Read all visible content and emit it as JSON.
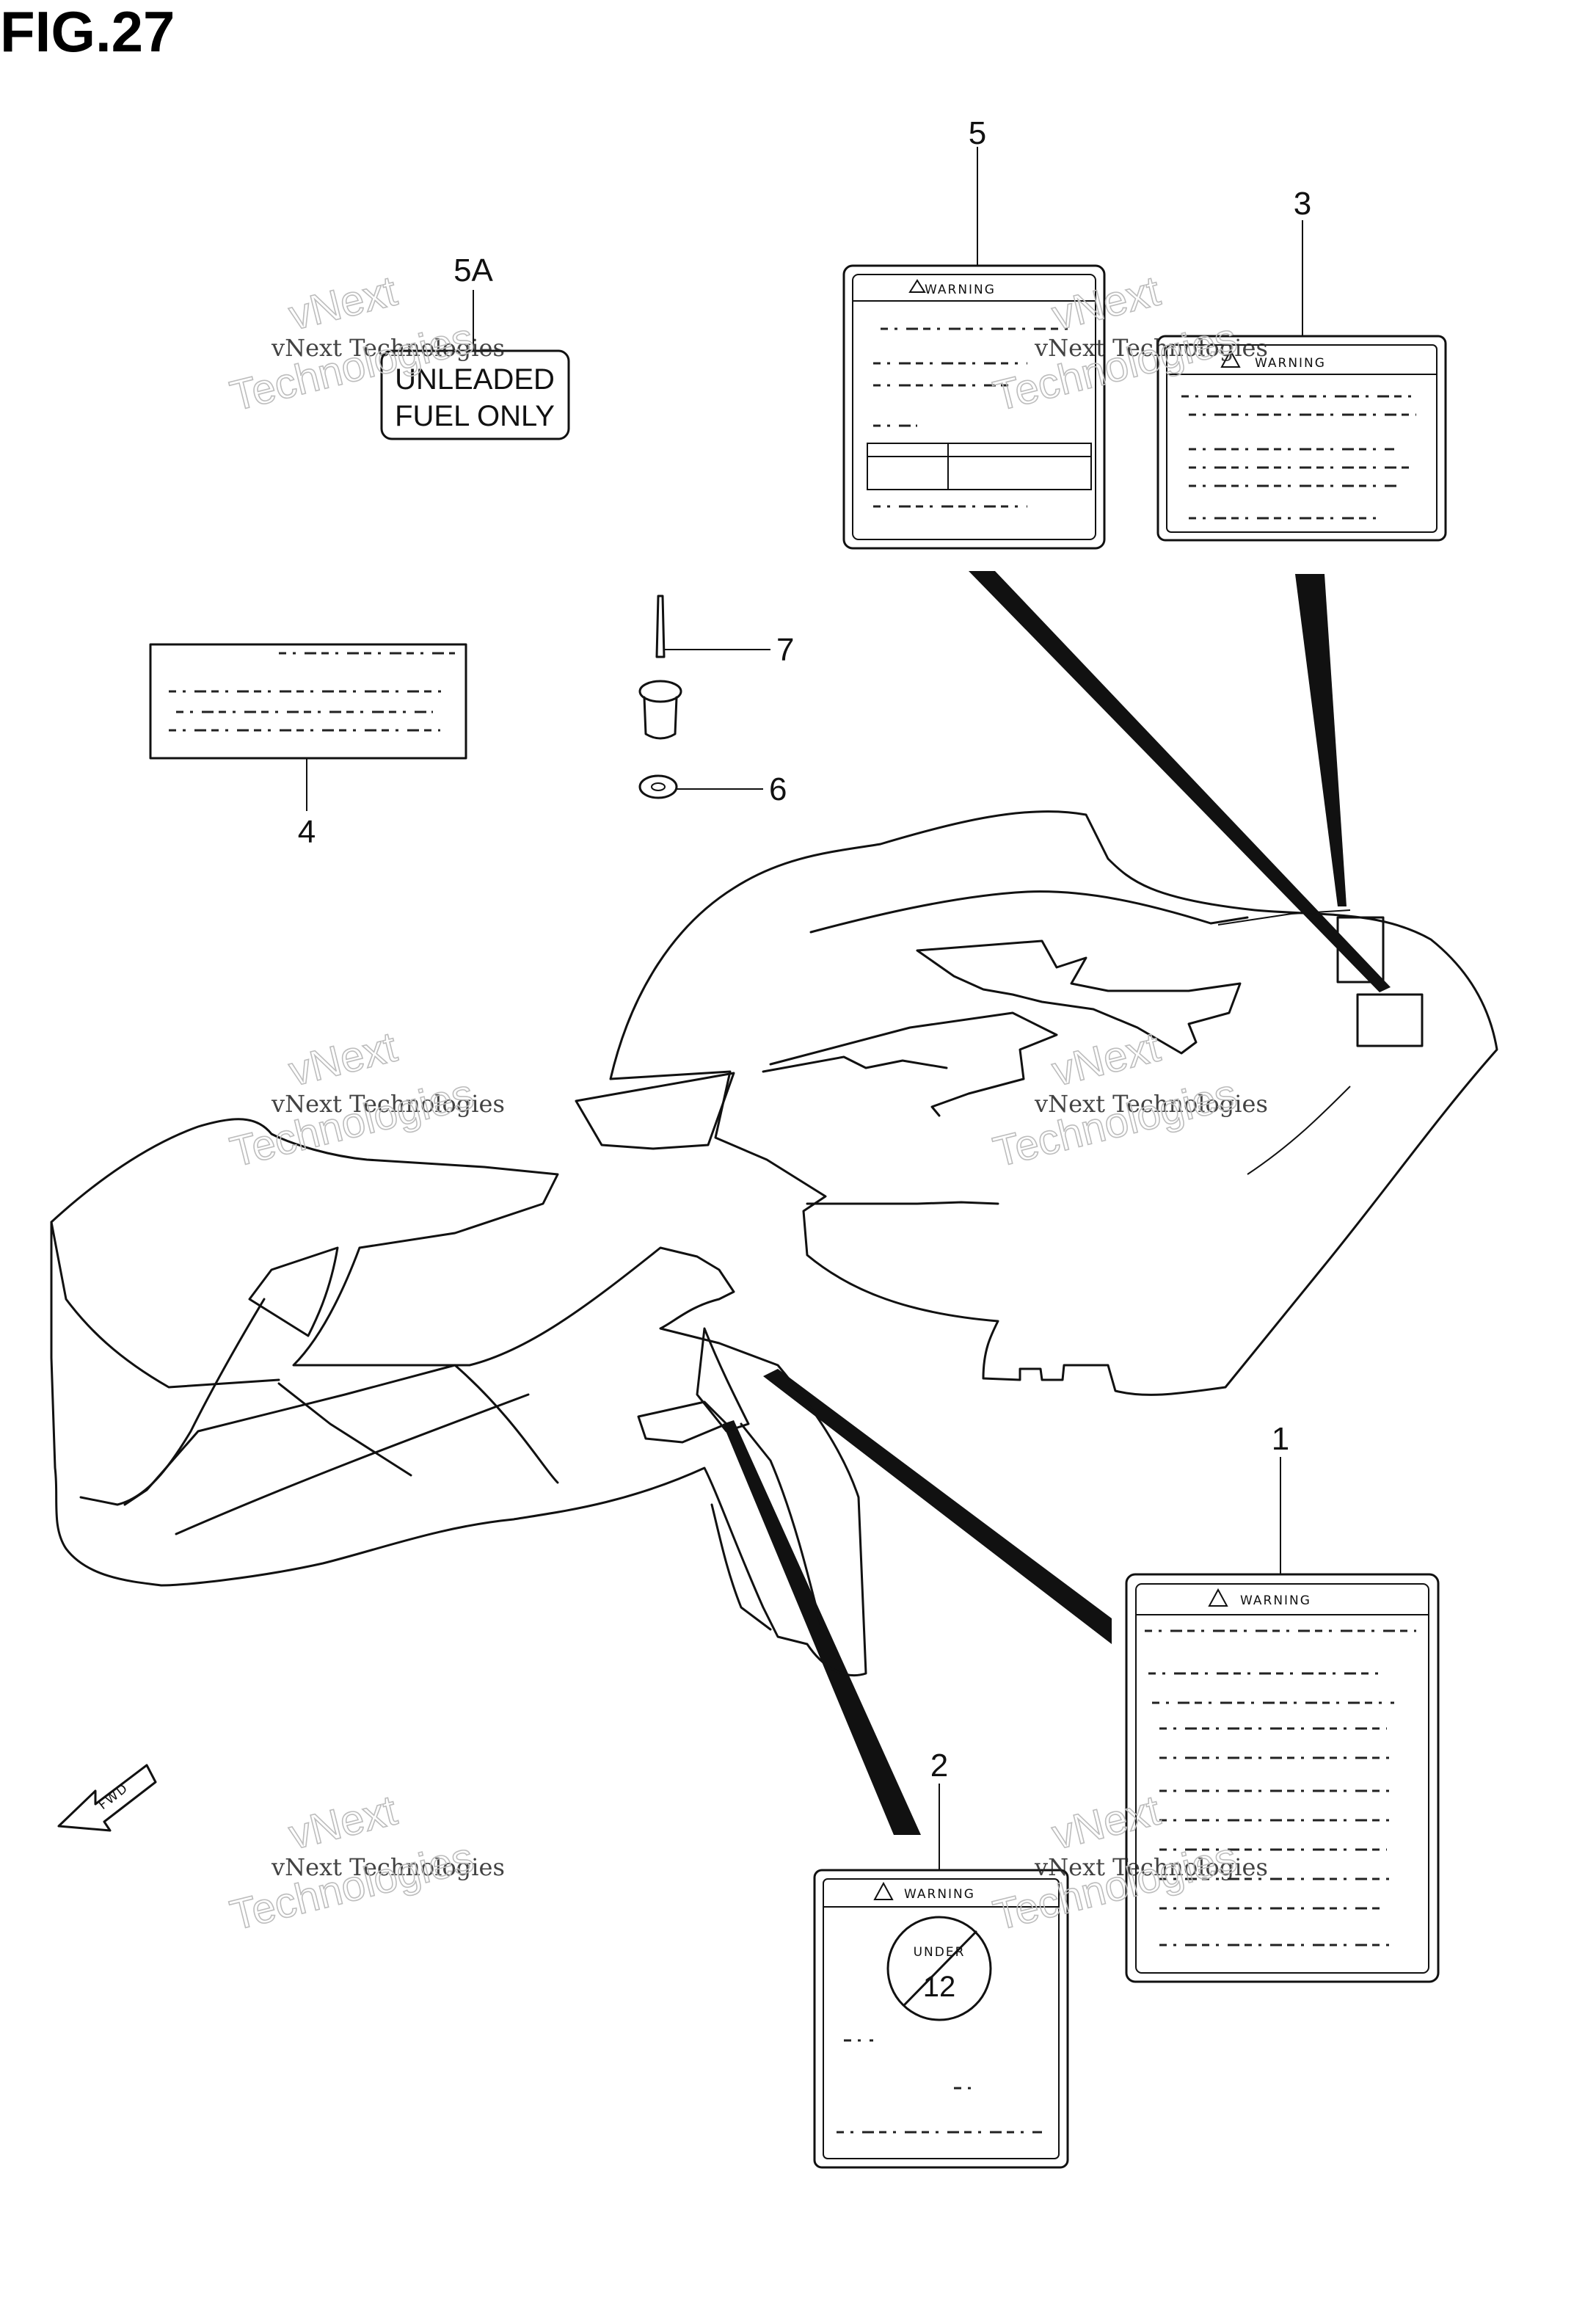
{
  "figure": {
    "title": "FIG.27"
  },
  "callouts": [
    {
      "id": "1",
      "label": "1"
    },
    {
      "id": "2",
      "label": "2"
    },
    {
      "id": "3",
      "label": "3"
    },
    {
      "id": "4",
      "label": "4"
    },
    {
      "id": "5",
      "label": "5"
    },
    {
      "id": "5A",
      "label": "5A"
    },
    {
      "id": "6",
      "label": "6"
    },
    {
      "id": "7",
      "label": "7"
    }
  ],
  "decals": {
    "fuel": {
      "line1": "UNLEADED",
      "line2": "FUEL ONLY"
    },
    "label1": {
      "heading": "WARNING"
    },
    "label2": {
      "heading": "WARNING",
      "badge_top": "UNDER",
      "badge_num": "12"
    },
    "label3": {
      "heading": "WARNING"
    },
    "label5": {
      "heading": "WARNING"
    }
  },
  "direction_arrow": {
    "text": "FWD"
  },
  "watermark": {
    "line1": "vNext Technologies",
    "line2": "Technologies",
    "line3": "vNext"
  }
}
